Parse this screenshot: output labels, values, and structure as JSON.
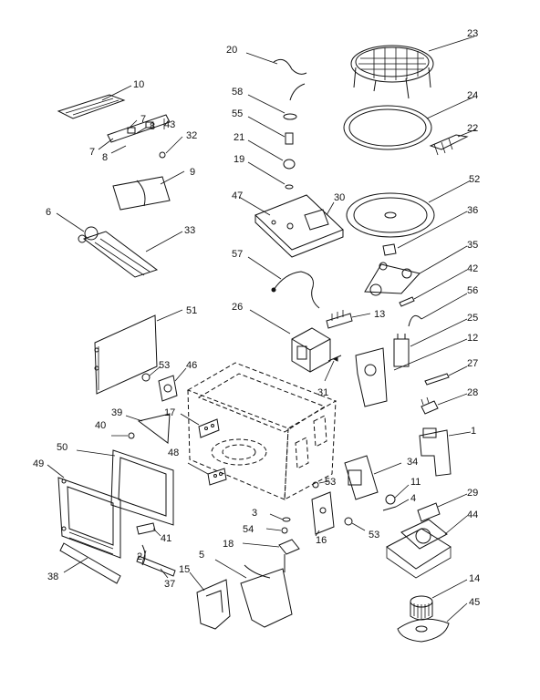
{
  "labels": {
    "20": "20",
    "23": "23",
    "58": "58",
    "10": "10",
    "55": "55",
    "24": "24",
    "7a": "7",
    "8a": "8",
    "43": "43",
    "22": "22",
    "7b": "7",
    "8b": "8",
    "32": "32",
    "21": "21",
    "19": "19",
    "9": "9",
    "52": "52",
    "47": "47",
    "30": "30",
    "6": "6",
    "36": "36",
    "33": "33",
    "57": "57",
    "35": "35",
    "42": "42",
    "56": "56",
    "26": "26",
    "13": "13",
    "51": "51",
    "25": "25",
    "12": "12",
    "53a": "53",
    "46": "46",
    "27": "27",
    "31": "31",
    "28": "28",
    "39": "39",
    "17": "17",
    "40": "40",
    "1": "1",
    "50": "50",
    "48": "48",
    "34": "34",
    "49": "49",
    "53b": "53",
    "11": "11",
    "4": "4",
    "29": "29",
    "3": "3",
    "44": "44",
    "54": "54",
    "16": "16",
    "53c": "53",
    "41": "41",
    "18": "18",
    "2": "2",
    "5": "5",
    "15": "15",
    "38": "38",
    "37": "37",
    "14": "14",
    "45": "45"
  }
}
